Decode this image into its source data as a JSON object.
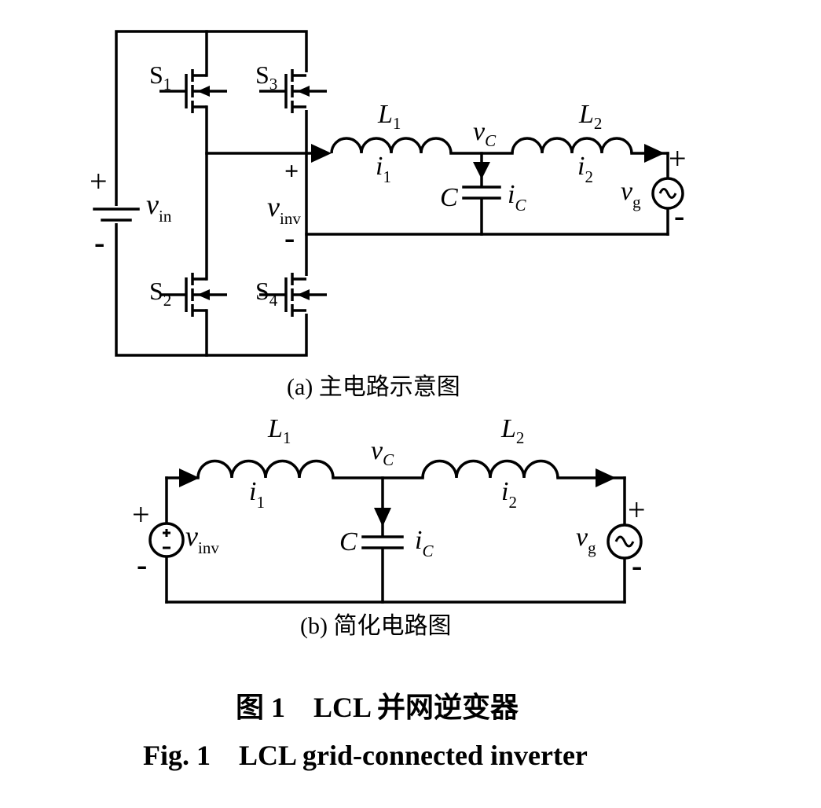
{
  "labels": {
    "S1": "S",
    "S1_sub": "1",
    "S2": "S",
    "S2_sub": "2",
    "S3": "S",
    "S3_sub": "3",
    "S4": "S",
    "S4_sub": "4",
    "v": "v",
    "vin_sub": "in",
    "vinv_sub": "inv",
    "vC_sub": "C",
    "vg_sub": "g",
    "L": "L",
    "L1_sub": "1",
    "L2_sub": "2",
    "i": "i",
    "i1_sub": "1",
    "i2_sub": "2",
    "iC_sub": "C",
    "C": "C",
    "plus": "+",
    "minus": "-"
  },
  "captions": {
    "a": "(a) 主电路示意图",
    "b": "(b) 简化电路图",
    "title_cn": "图 1　LCL 并网逆变器",
    "title_en": "Fig. 1　LCL grid-connected inverter"
  }
}
